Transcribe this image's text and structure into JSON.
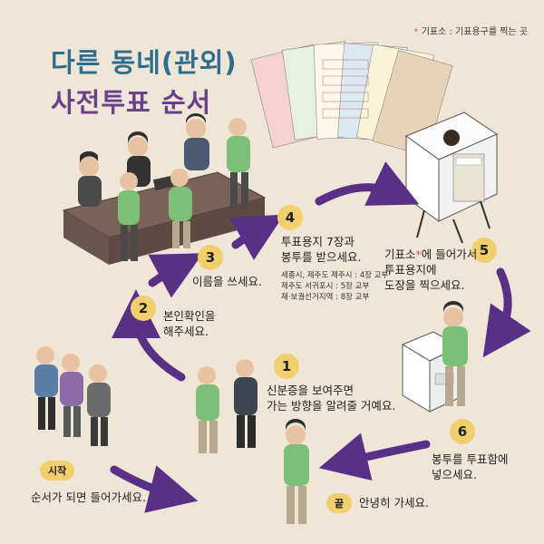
{
  "note": {
    "star": "*",
    "text": "기표소 : 기표용구를 찍는 곳"
  },
  "title": {
    "line1": "다른 동네(관외)",
    "line2": "사전투표 순서"
  },
  "steps": [
    {
      "label": "1",
      "text1": "신분증을 보여주면",
      "text2": "가는 방향을 알려줄 거예요."
    },
    {
      "label": "2",
      "text1": "본인확인을",
      "text2": "해주세요."
    },
    {
      "label": "3",
      "text1": "이름을 쓰세요."
    },
    {
      "label": "4",
      "text1": "투표용지 7장과",
      "text2": "봉투를 받으세요.",
      "details": [
        "세종시, 제주도 제주시 : 4장 교부",
        "제주도 서귀포시 : 5장 교부",
        "재·보궐선거지역 : 8장 교부"
      ]
    },
    {
      "label": "5",
      "text1a": "기표소",
      "text1star": "*",
      "text1b": "에 들어가서",
      "text2": "투표용지에",
      "text3": "도장을 찍으세요."
    },
    {
      "label": "6",
      "text1": "봉투를 투표함에",
      "text2": "넣으세요."
    }
  ],
  "start": {
    "label": "시작",
    "text": "순서가 되면 들어가세요."
  },
  "end": {
    "label": "끝",
    "text": "안녕히 가세요."
  },
  "colors": {
    "arrow": "#5a2f86",
    "badge": "#f1cf6c",
    "title_blue": "#2f6d8f",
    "title_purple": "#6b3f8a",
    "background": "#efe6d8"
  }
}
